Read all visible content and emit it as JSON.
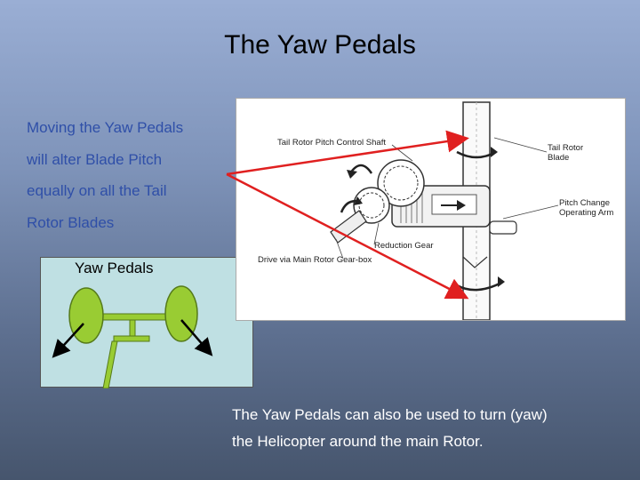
{
  "slide": {
    "title": "The Yaw Pedals",
    "left_text": [
      "Moving the Yaw Pedals",
      "will alter Blade Pitch",
      "equally on all the Tail",
      "Rotor Blades"
    ],
    "pedal_box_label": "Yaw Pedals",
    "diagram_labels": {
      "shaft": "Tail Rotor Pitch Control Shaft",
      "blade_line1": "Tail Rotor",
      "blade_line2": "Blade",
      "pitch_line1": "Pitch Change",
      "pitch_line2": "Operating Arm",
      "gear": "Reduction Gear",
      "drive": "Drive via Main Rotor Gear-box"
    },
    "bottom_text": [
      "The Yaw Pedals can also be used to turn (yaw)",
      "the Helicopter around the main Rotor."
    ]
  },
  "colors": {
    "left_text": "#2f4fa8",
    "pedal_fill": "#99cc33",
    "pedal_box_bg": "#bfe0e3",
    "callout_arrow": "#e02020"
  }
}
